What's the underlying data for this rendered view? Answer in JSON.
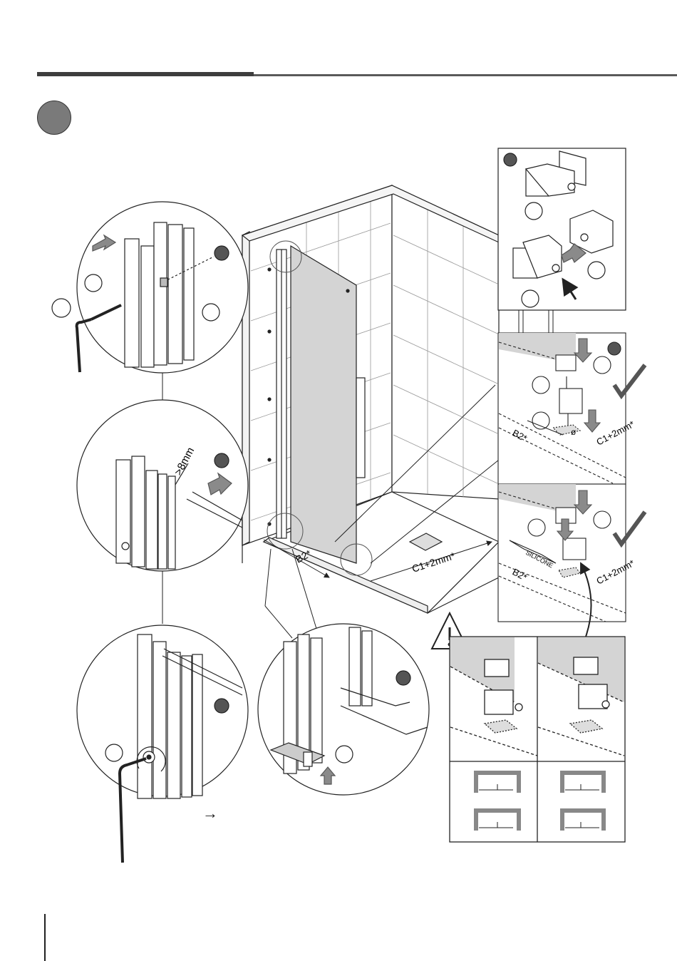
{
  "header": {
    "step_badge": ""
  },
  "dimensions": {
    "b2": "B2*",
    "c1": "C1+2mm*",
    "gap": ">8mm"
  },
  "labels": {
    "silicone": "SILICONE",
    "diameter_symbol": "ø",
    "arrow": "→"
  },
  "colors": {
    "rule": "#3d3d3d",
    "badge": "#7a7a7a",
    "glass": "#d4d4d4",
    "arrow_fill": "#8a8a8a",
    "line": "#222222"
  },
  "icons": [
    "warning-icon",
    "checkmark-icon",
    "allen-key-icon"
  ]
}
